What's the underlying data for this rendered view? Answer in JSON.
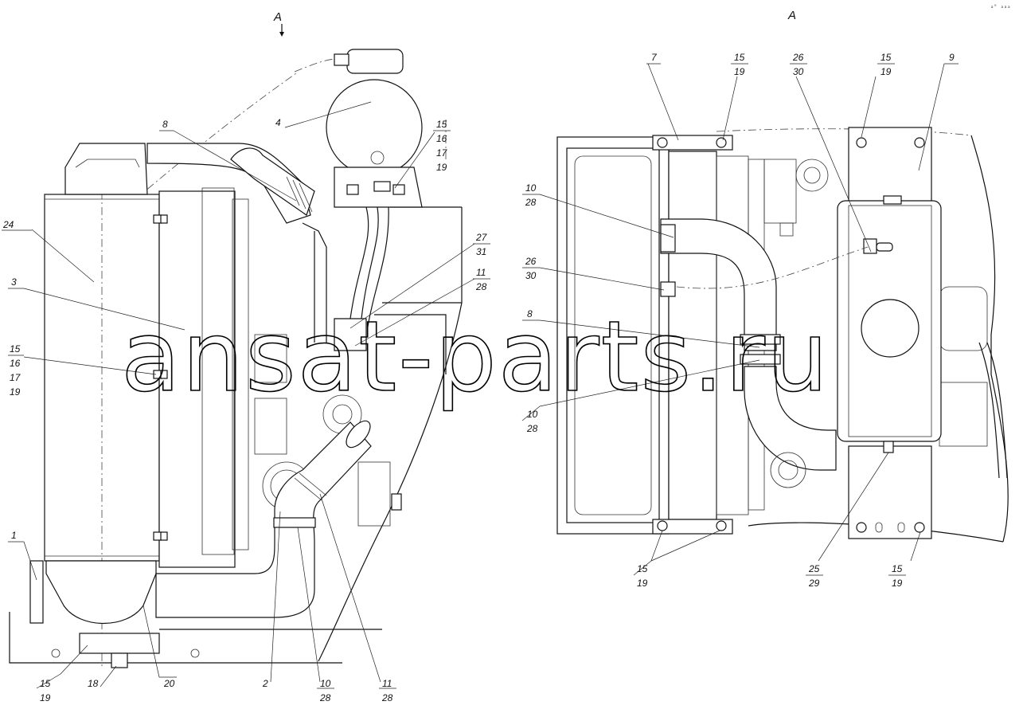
{
  "views": {
    "left": "A",
    "right": "A"
  },
  "watermark": "ansat-parts.ru",
  "corner_mark": "ₐᵉ ₐₐₐ",
  "callouts": [
    {
      "id": "c24",
      "lines": [
        "24"
      ]
    },
    {
      "id": "c3",
      "lines": [
        "3"
      ]
    },
    {
      "id": "c15a",
      "lines": [
        "15",
        "16",
        "17",
        "19"
      ]
    },
    {
      "id": "c1",
      "lines": [
        "1"
      ]
    },
    {
      "id": "c15b",
      "lines": [
        "15",
        "19"
      ]
    },
    {
      "id": "c18",
      "lines": [
        "18"
      ]
    },
    {
      "id": "c20",
      "lines": [
        "20"
      ]
    },
    {
      "id": "c2",
      "lines": [
        "2"
      ]
    },
    {
      "id": "c10a",
      "lines": [
        "10",
        "28"
      ]
    },
    {
      "id": "c11a",
      "lines": [
        "11",
        "28"
      ]
    },
    {
      "id": "c8a",
      "lines": [
        "8"
      ]
    },
    {
      "id": "c4",
      "lines": [
        "4"
      ]
    },
    {
      "id": "c15c",
      "lines": [
        "15",
        "16",
        "17",
        "19"
      ]
    },
    {
      "id": "c27",
      "lines": [
        "27",
        "31"
      ]
    },
    {
      "id": "c11b",
      "lines": [
        "11",
        "28"
      ]
    },
    {
      "id": "c7",
      "lines": [
        "7"
      ]
    },
    {
      "id": "c15d",
      "lines": [
        "15",
        "19"
      ]
    },
    {
      "id": "c26a",
      "lines": [
        "26",
        "30"
      ]
    },
    {
      "id": "c15e",
      "lines": [
        "15",
        "19"
      ]
    },
    {
      "id": "c9",
      "lines": [
        "9"
      ]
    },
    {
      "id": "c10b",
      "lines": [
        "10",
        "28"
      ]
    },
    {
      "id": "c26b",
      "lines": [
        "26",
        "30"
      ]
    },
    {
      "id": "c8b",
      "lines": [
        "8"
      ]
    },
    {
      "id": "c10c",
      "lines": [
        "10",
        "28"
      ]
    },
    {
      "id": "c15f",
      "lines": [
        "15",
        "19"
      ]
    },
    {
      "id": "c25",
      "lines": [
        "25",
        "29"
      ]
    },
    {
      "id": "c15g",
      "lines": [
        "15",
        "19"
      ]
    }
  ]
}
